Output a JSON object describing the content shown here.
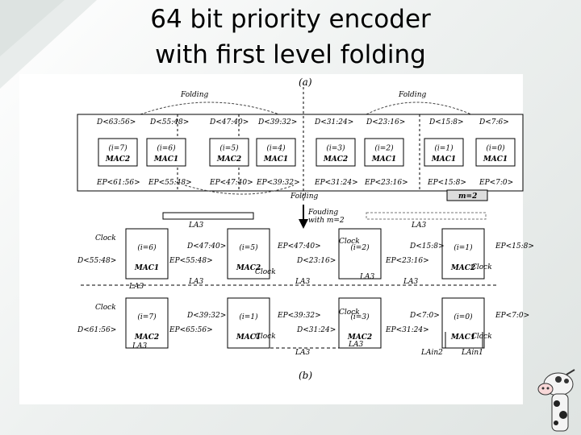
{
  "slide": {
    "title_line1": "64 bit priority encoder",
    "title_line2": "with first level folding"
  },
  "diagram_a": {
    "caption": "(a)",
    "folding_left": "Folding",
    "folding_right": "Folding",
    "folding_mid": "Folding",
    "fold_with": "Fouding",
    "fold_with2": "with m=2",
    "m_label": "m=2",
    "inputs": [
      "D<63:56>",
      "D<55:48>",
      "D<47:40>",
      "D<39:32>",
      "D<31:24>",
      "D<23:16>",
      "D<15:8>",
      "D<7:6>"
    ],
    "outputs": [
      "EP<61:56>",
      "EP<55:48>",
      "EP<47:40>",
      "EP<39:32>",
      "EP<31:24>",
      "EP<23:16>",
      "EP<15:8>",
      "EP<7:0>"
    ],
    "blocks": [
      {
        "i": "(i=7)",
        "mac": "MAC2"
      },
      {
        "i": "(i=6)",
        "mac": "MAC1"
      },
      {
        "i": "(i=5)",
        "mac": "MAC2"
      },
      {
        "i": "(i=4)",
        "mac": "MAC1"
      },
      {
        "i": "(i=3)",
        "mac": "MAC2"
      },
      {
        "i": "(i=2)",
        "mac": "MAC1"
      },
      {
        "i": "(i=1)",
        "mac": "MAC1"
      },
      {
        "i": "(i=0)",
        "mac": "MAC1"
      }
    ]
  },
  "diagram_b": {
    "caption": "(b)",
    "clock": "Clock",
    "top_row": {
      "d_left": "D<55:48>",
      "d_mid": "D<47:40>",
      "ep_left": "EP<55:48>",
      "d_right1": "D<23:16>",
      "ep_mid": "EP<47:40>",
      "ep_right1": "EP<23:16>",
      "d_right2": "D<15:8>",
      "ep_right2": "EP<15:8>",
      "blocks": [
        {
          "i": "(i=6)",
          "mac": "MAC1"
        },
        {
          "i": "(i=5)",
          "mac": "MAC2"
        },
        {
          "i": "(i=2)",
          "mac": ""
        },
        {
          "i": "(i=1)",
          "mac": "MAC2"
        }
      ]
    },
    "bottom_row": {
      "d_left": "D<61:56>",
      "d_mid": "D<39:32>",
      "ep_left": "EP<65:56>",
      "d_right1": "D<31:24>",
      "ep_mid": "EP<39:32>",
      "ep_right1": "EP<31:24>",
      "d_right2": "D<7:0>",
      "ep_right2": "EP<7:0>",
      "blocks": [
        {
          "i": "(i=7)",
          "mac": "MAC2"
        },
        {
          "i": "(i=1)",
          "mac": "MAC1"
        },
        {
          "i": "(i=3)",
          "mac": "MAC2"
        },
        {
          "i": "(i=0)",
          "mac": "MAC1"
        }
      ]
    },
    "la_labels": [
      "LA3",
      "LA3",
      "LA3",
      "LA3",
      "LA3",
      "LA3",
      "LA3",
      "LA3",
      "LA3",
      "LA3"
    ],
    "lain": [
      "LAin2",
      "LAin1"
    ]
  }
}
